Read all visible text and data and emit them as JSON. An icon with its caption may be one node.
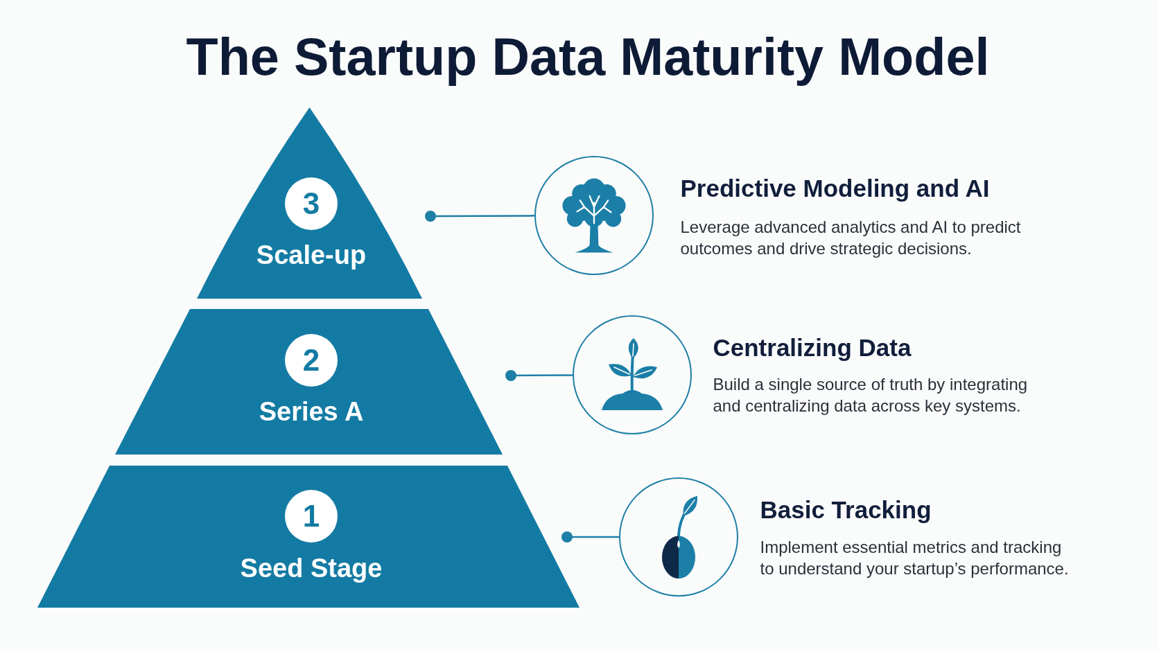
{
  "diagram": {
    "title": "The Startup Data Maturity Model",
    "nodes": [
      {
        "text": [
          "Scale-up"
        ]
      },
      {
        "text": [
          "3"
        ],
        "in": 0
      },
      {
        "text": [
          "Series A"
        ]
      },
      {
        "text": [
          "2"
        ],
        "in": 2
      },
      {
        "text": [
          "Seed Stage"
        ]
      },
      {
        "text": [
          "1"
        ],
        "in": 4
      },
      {
        "text": [],
        "shape": "circle",
        "beside": [
          "Predictive Modeling and AI",
          "Leverage advanced analytics and AI to predict outcomes and drive strategic decisions."
        ]
      },
      {
        "text": [],
        "shape": "circle",
        "beside": [
          "Centralizing Data",
          "Build a single source of truth by integrating and centralizing data across key systems."
        ]
      },
      {
        "text": [],
        "shape": "circle",
        "beside": [
          "Basic Tracking",
          "Implement essential metrics and tracking to understand your startup’s performance."
        ]
      }
    ],
    "edges": [
      {
        "from": 0,
        "to": 6,
        "arrow": "other"
      },
      {
        "from": 2,
        "to": 7,
        "arrow": "other"
      },
      {
        "from": 4,
        "to": 8,
        "arrow": "other"
      }
    ]
  }
}
